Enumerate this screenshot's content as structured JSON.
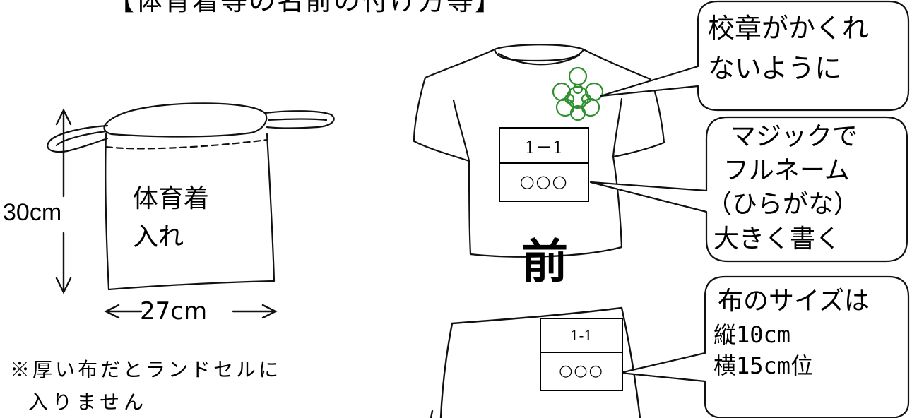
{
  "title": "【体育着等の名前の付け方等】",
  "bag": {
    "text_line1": "体育着",
    "text_line2": "入れ",
    "height_label": "30cm",
    "width_label": "27cm"
  },
  "note": {
    "line1": "※厚い布だとランドセルに",
    "line2": "入りません"
  },
  "shirt": {
    "class_label": "1－1",
    "name_label": "○○○",
    "front_label": "前"
  },
  "pants": {
    "class_label": "1-1",
    "name_label": "○○○"
  },
  "callouts": {
    "emblem": [
      "校章がかくれ",
      "ないように"
    ],
    "marker": [
      "マジックで",
      "フルネーム",
      "（ひらがな）",
      "大きく書く"
    ],
    "size": [
      "布のサイズは",
      "縦10cm",
      "横15cm位"
    ]
  },
  "colors": {
    "emblem": "#2f8f2f"
  }
}
